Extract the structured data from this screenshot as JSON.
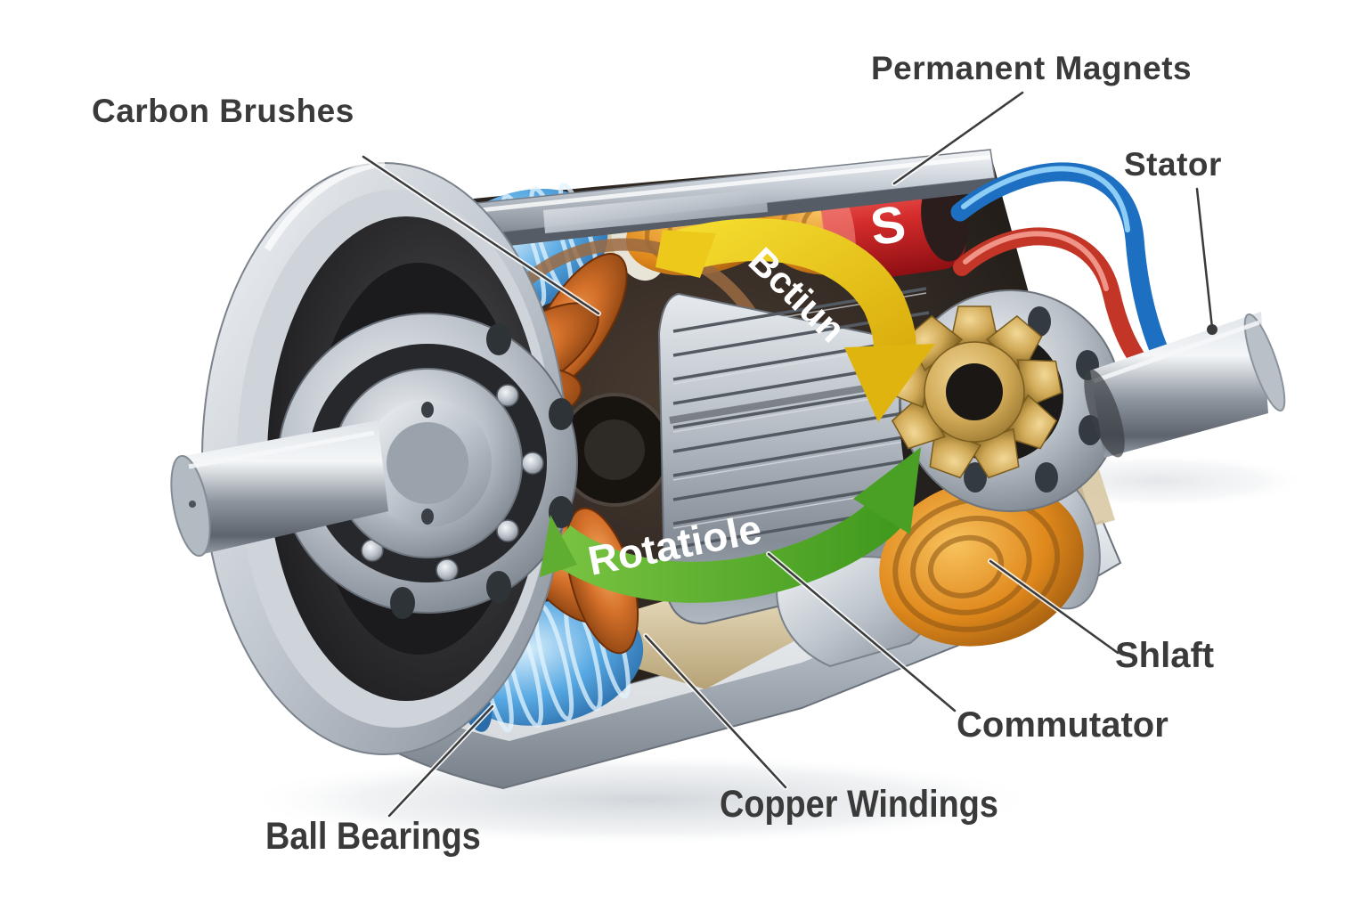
{
  "labels": {
    "carbon_brushes": "Carbon Brushes",
    "permanent_magnets": "Permanent Magnets",
    "stator": "Stator",
    "shaft": "Shlaft",
    "commutator": "Commutator",
    "copper_windings": "Copper Windings",
    "ball_bearings": "Ball Bearings"
  },
  "arrows": {
    "top_rotation": "Bctiun",
    "bottom_rotation": "Rotatiole"
  },
  "magnet": {
    "pole": "S"
  },
  "colors": {
    "label_text": "#3a3a3a",
    "arrow_yellow": "#e7c613",
    "arrow_green": "#56ad2c",
    "magnet_red": "#c5181f",
    "wire_blue": "#1d6fc2",
    "wire_red": "#c23527",
    "copper": "#c2621e",
    "coil_blue": "#4aa0e0",
    "background": "#ffffff"
  }
}
